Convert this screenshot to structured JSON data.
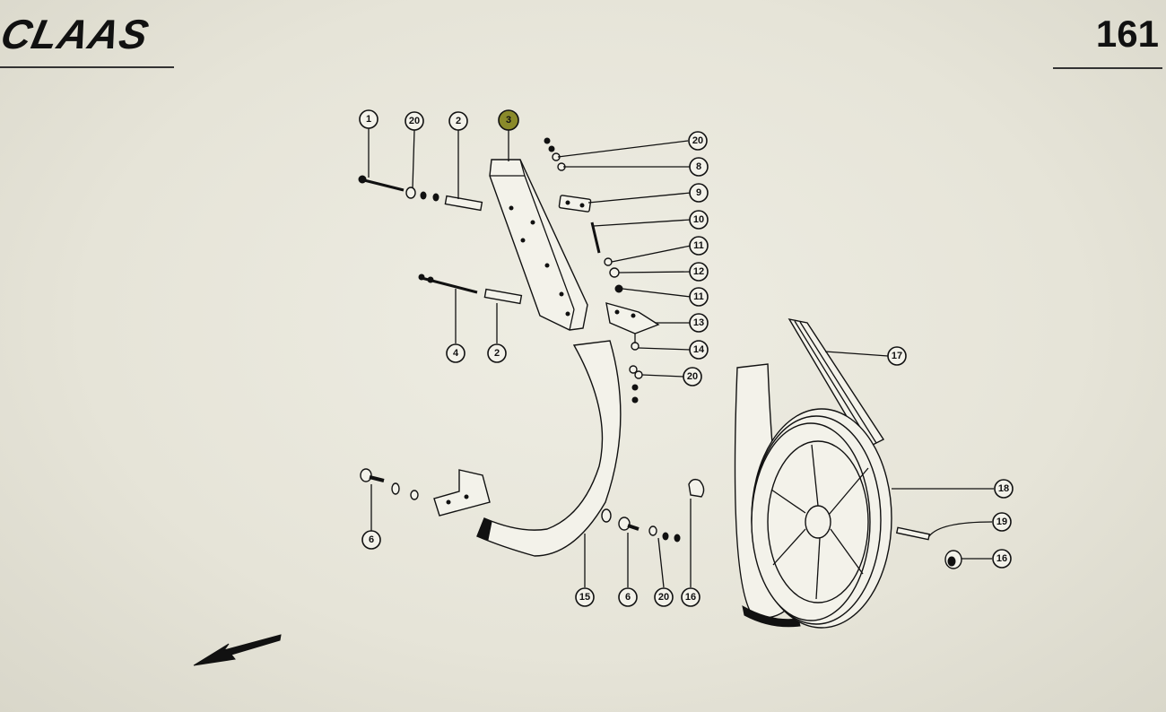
{
  "header": {
    "brand": "CLAAS",
    "page_number": "161"
  },
  "callouts": [
    {
      "id": "c1",
      "label": "1"
    },
    {
      "id": "c20a",
      "label": "20"
    },
    {
      "id": "c2a",
      "label": "2"
    },
    {
      "id": "c3",
      "label": "3"
    },
    {
      "id": "c20b",
      "label": "20"
    },
    {
      "id": "c8",
      "label": "8"
    },
    {
      "id": "c9",
      "label": "9"
    },
    {
      "id": "c10",
      "label": "10"
    },
    {
      "id": "c11a",
      "label": "11"
    },
    {
      "id": "c12",
      "label": "12"
    },
    {
      "id": "c11b",
      "label": "11"
    },
    {
      "id": "c13",
      "label": "13"
    },
    {
      "id": "c14",
      "label": "14"
    },
    {
      "id": "c20c",
      "label": "20"
    },
    {
      "id": "c4",
      "label": "4"
    },
    {
      "id": "c2b",
      "label": "2"
    },
    {
      "id": "c17",
      "label": "17"
    },
    {
      "id": "c18",
      "label": "18"
    },
    {
      "id": "c19",
      "label": "19"
    },
    {
      "id": "c16a",
      "label": "16"
    },
    {
      "id": "c6a",
      "label": "6"
    },
    {
      "id": "c15",
      "label": "15"
    },
    {
      "id": "c6b",
      "label": "6"
    },
    {
      "id": "c20d",
      "label": "20"
    },
    {
      "id": "c16b",
      "label": "16"
    }
  ]
}
